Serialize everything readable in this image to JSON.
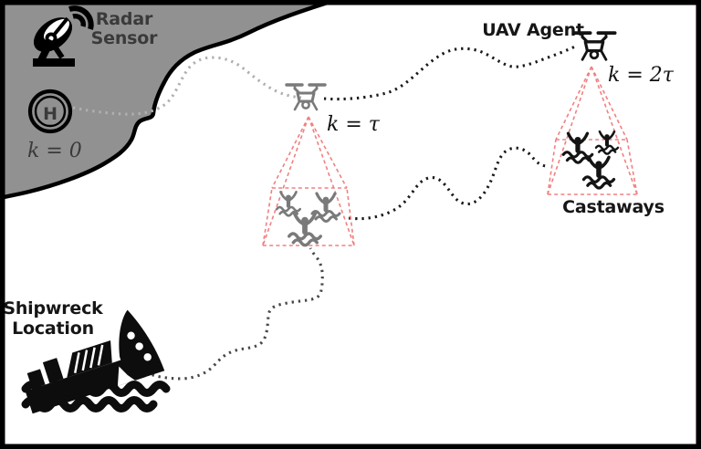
{
  "diagram": {
    "radar_sensor_label": [
      "Radar",
      "Sensor"
    ],
    "helipad_letter": "H",
    "time_labels": {
      "start": "k = 0",
      "tau": "k = τ",
      "two_tau": "k = 2τ"
    },
    "uav_agent_label": "UAV Agent",
    "castaways_label": "Castaways",
    "shipwreck_label": [
      "Shipwreck",
      "Location"
    ]
  },
  "colors": {
    "landmass": "#919191",
    "coastline": "#000000",
    "label_dark_gray": "#3a3a3a",
    "cone_red": "#f08080",
    "uav_past_gray": "#7a7a7a",
    "uav_current_black": "#141414",
    "path_planned_light": "#b0b0b0",
    "path_shipwreck_gray": "#474747",
    "path_traveled_black": "#1a1a1a",
    "background": "#ffffff"
  }
}
